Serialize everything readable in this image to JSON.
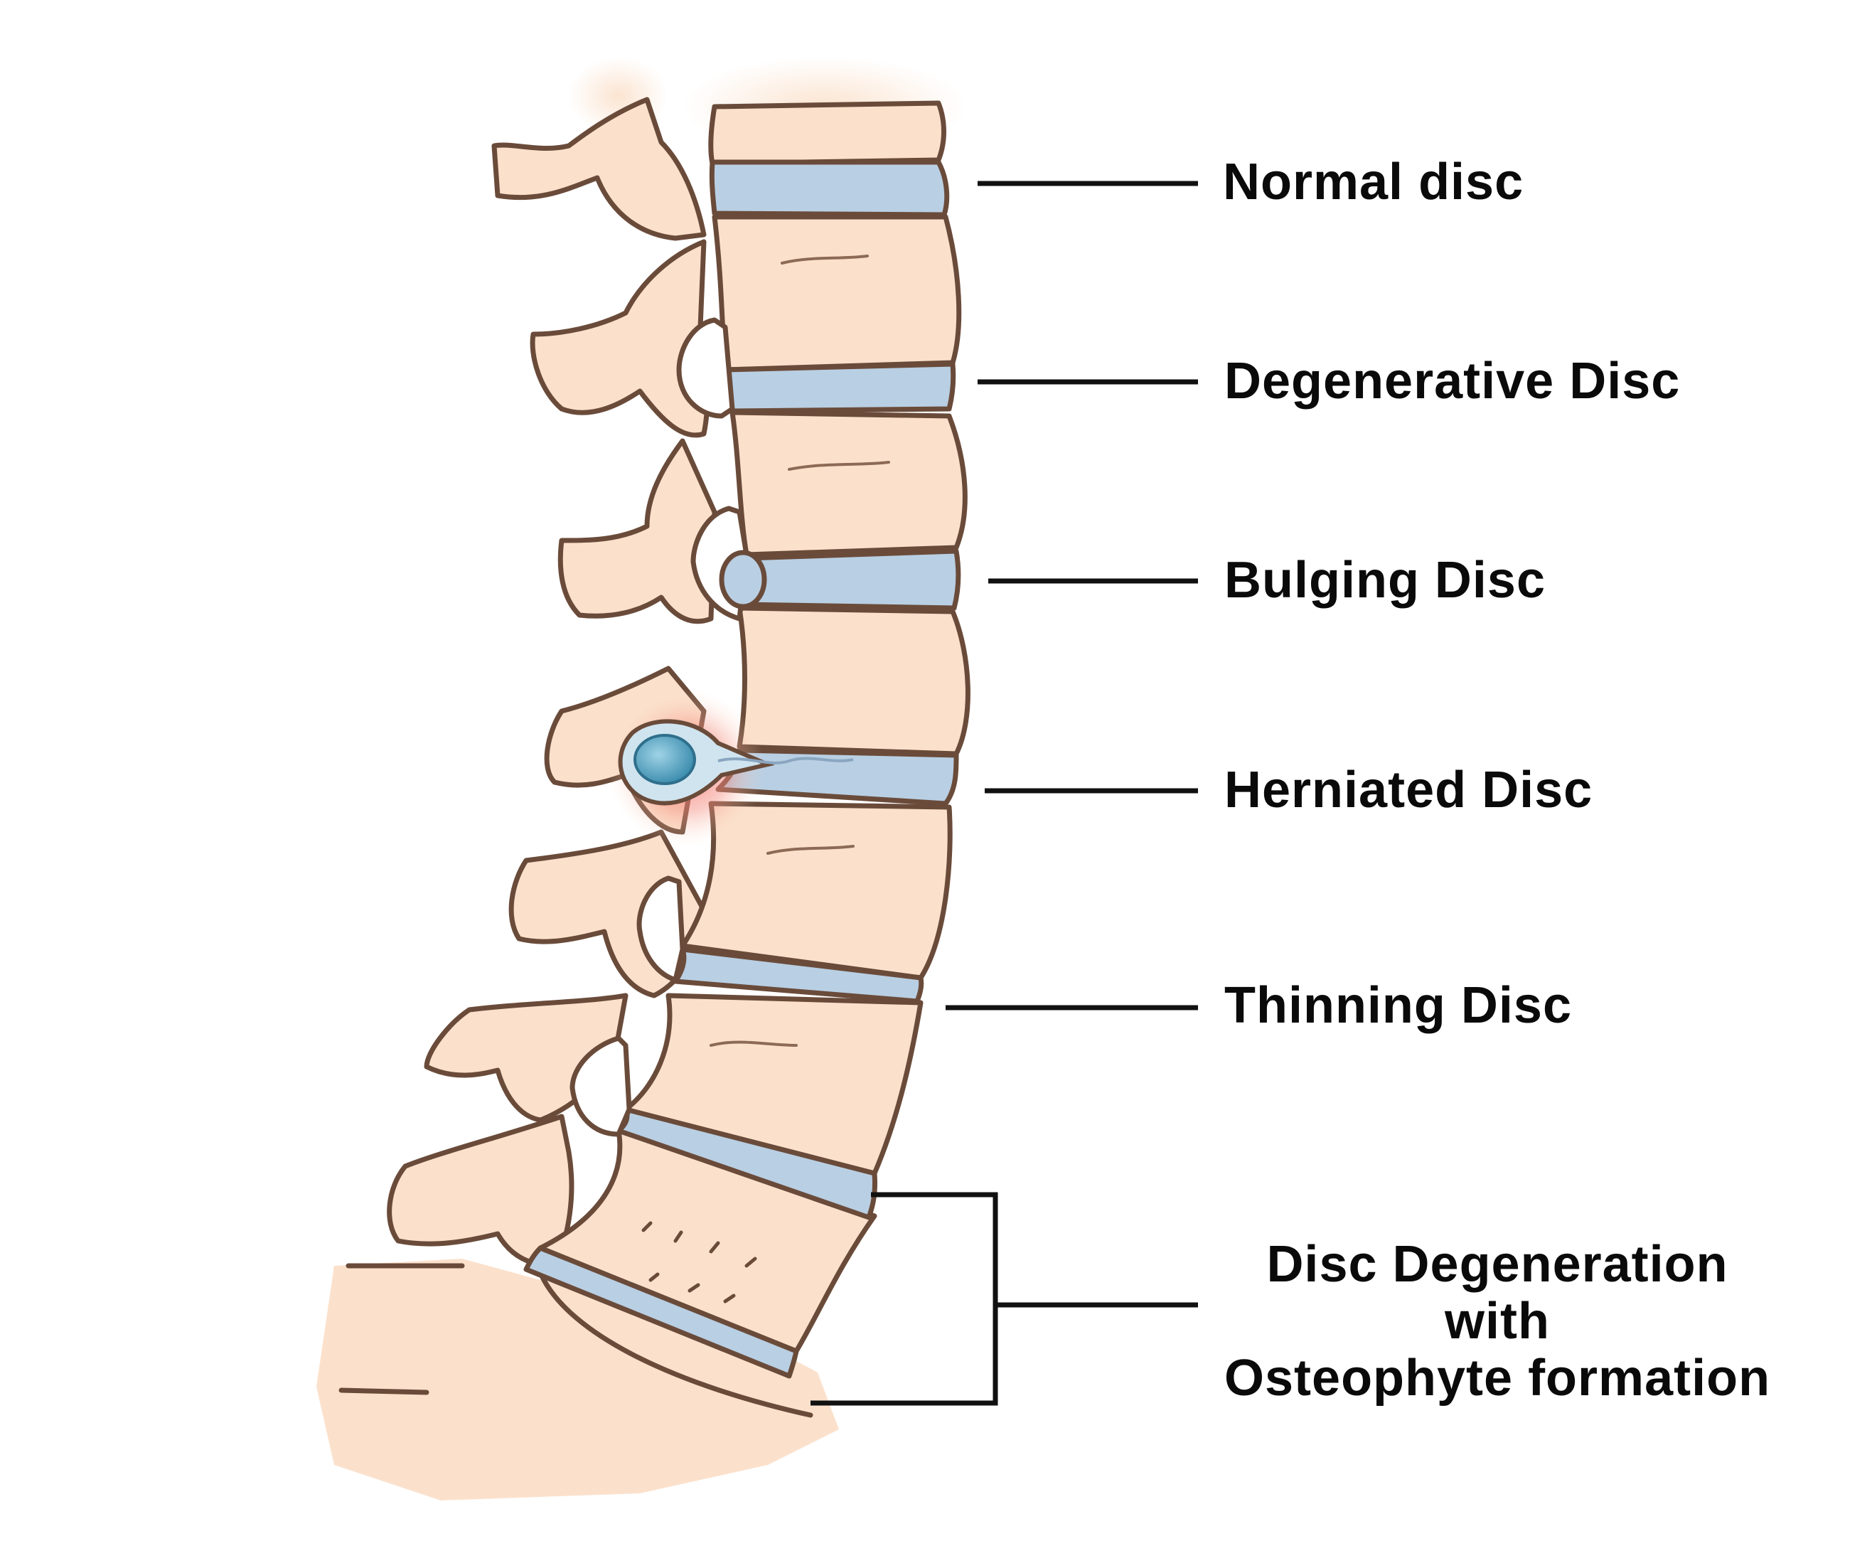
{
  "labels": {
    "normal_disc": "Normal disc",
    "degenerative_disc": "Degenerative Disc",
    "bulging_disc": "Bulging Disc",
    "herniated_disc": "Herniated Disc",
    "thinning_disc": "Thinning Disc",
    "osteophyte_line1": "Disc Degeneration",
    "osteophyte_line2": "with",
    "osteophyte_line3": "Osteophyte formation"
  },
  "colors": {
    "bone_fill": "#fbe1cc",
    "bone_outline": "#6a4b3a",
    "disc_fill": "#b9cfe3",
    "disc_outline": "#6a4b3a",
    "herniation_fill": "#6ab3cf",
    "inflammation": "#f36b6b",
    "leader_line": "#111111",
    "label_text": "#0a0a0a"
  }
}
